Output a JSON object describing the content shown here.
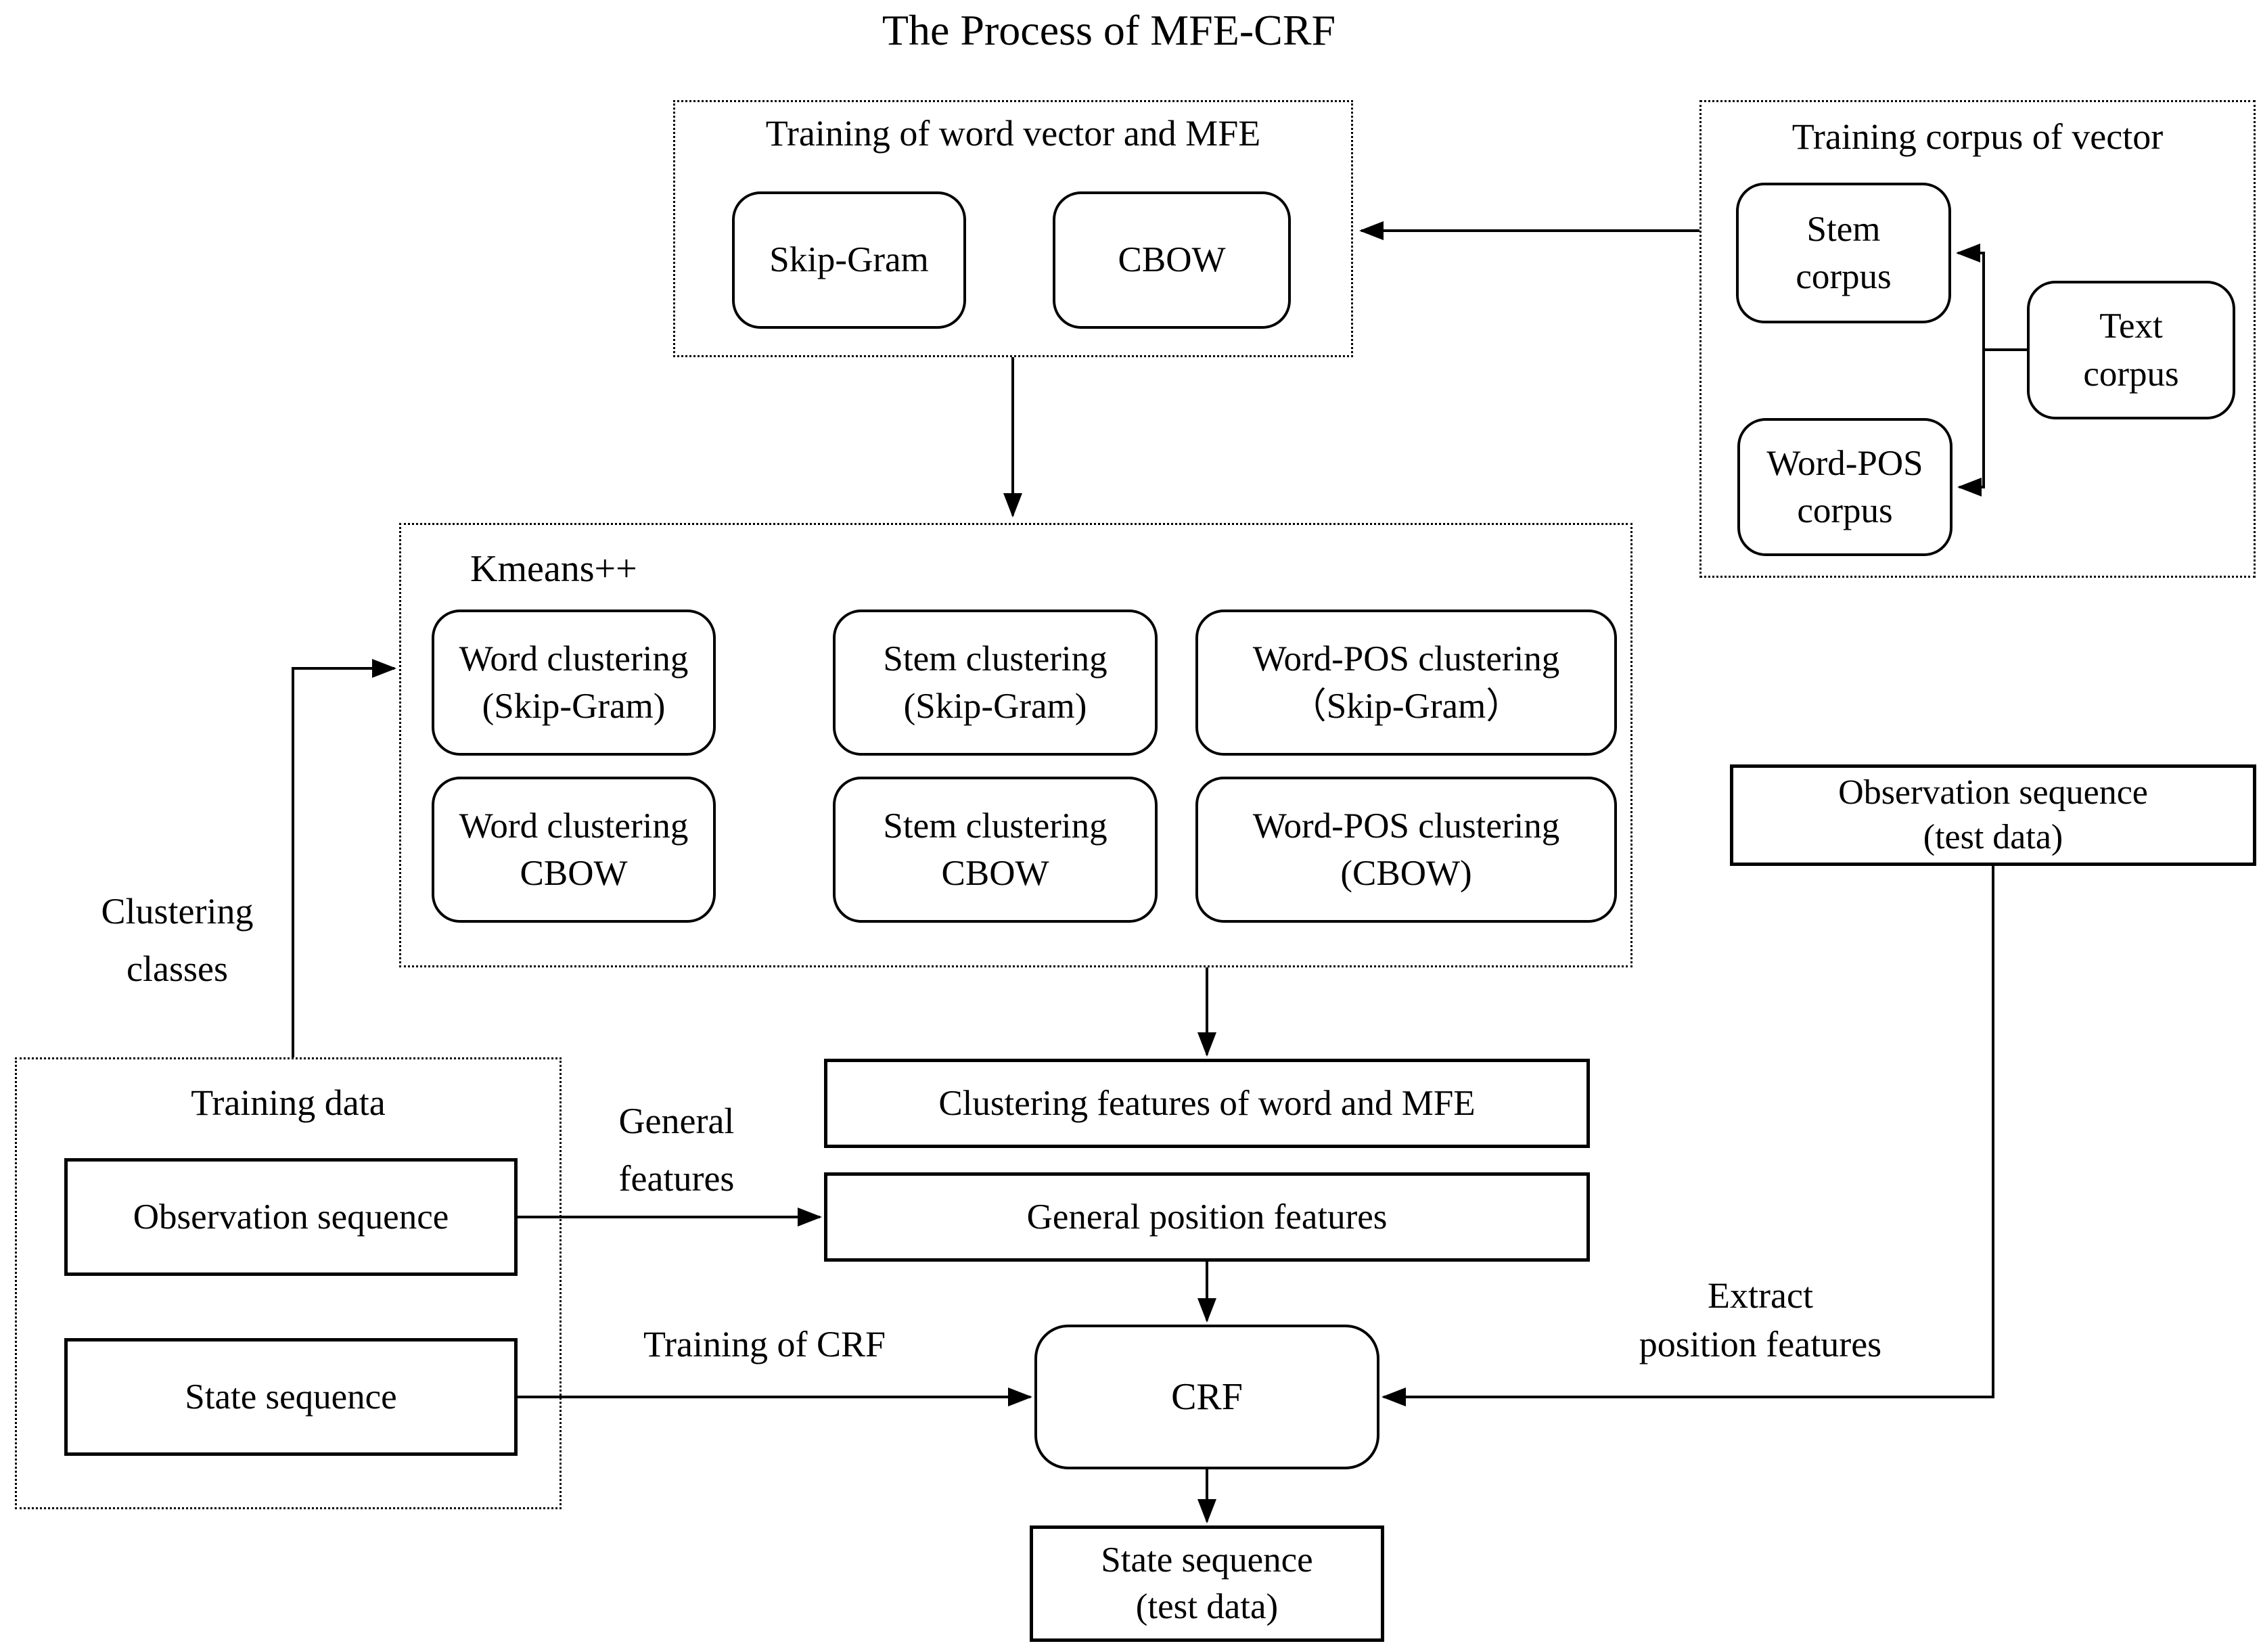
{
  "title": "The Process of MFE-CRF",
  "groups": {
    "training_wv": {
      "label": "Training of word vector and MFE"
    },
    "corpus": {
      "label": "Training corpus of vector"
    },
    "kmeans": {
      "label": "Kmeans++"
    },
    "training_data": {
      "label": "Training data"
    }
  },
  "nodes": {
    "skipgram": {
      "lines": [
        "Skip-Gram"
      ]
    },
    "cbow": {
      "lines": [
        "CBOW"
      ]
    },
    "stem_corpus": {
      "lines": [
        "Stem",
        "corpus"
      ]
    },
    "text_corpus": {
      "lines": [
        "Text",
        "corpus"
      ]
    },
    "wordpos_corpus": {
      "lines": [
        "Word-POS",
        "corpus"
      ]
    },
    "kmeans_cells": [
      {
        "lines": [
          "Word clustering",
          "(Skip-Gram)"
        ]
      },
      {
        "lines": [
          "Stem clustering",
          "(Skip-Gram)"
        ]
      },
      {
        "lines": [
          "Word-POS clustering",
          "（Skip-Gram）"
        ]
      },
      {
        "lines": [
          "Word clustering",
          "CBOW"
        ]
      },
      {
        "lines": [
          "Stem clustering",
          "CBOW"
        ]
      },
      {
        "lines": [
          "Word-POS clustering",
          "(CBOW)"
        ]
      }
    ],
    "observation_train": {
      "lines": [
        "Observation sequence"
      ]
    },
    "state_train": {
      "lines": [
        "State sequence"
      ]
    },
    "clustering_features": {
      "lines": [
        "Clustering features of word and MFE"
      ]
    },
    "general_position": {
      "lines": [
        "General position features"
      ]
    },
    "crf": {
      "lines": [
        "CRF"
      ]
    },
    "observation_test": {
      "lines": [
        "Observation sequence",
        "(test data)"
      ]
    },
    "state_test": {
      "lines": [
        "State sequence",
        "(test data)"
      ]
    }
  },
  "edge_labels": {
    "clustering_classes": {
      "lines": [
        "Clustering",
        "classes"
      ]
    },
    "general_features": {
      "lines": [
        "General",
        "features"
      ]
    },
    "training_of_crf": {
      "lines": [
        "Training of CRF"
      ]
    },
    "extract_position": {
      "lines": [
        "Extract",
        "position features"
      ]
    }
  },
  "colors": {
    "line": "#000000",
    "background": "#ffffff"
  }
}
